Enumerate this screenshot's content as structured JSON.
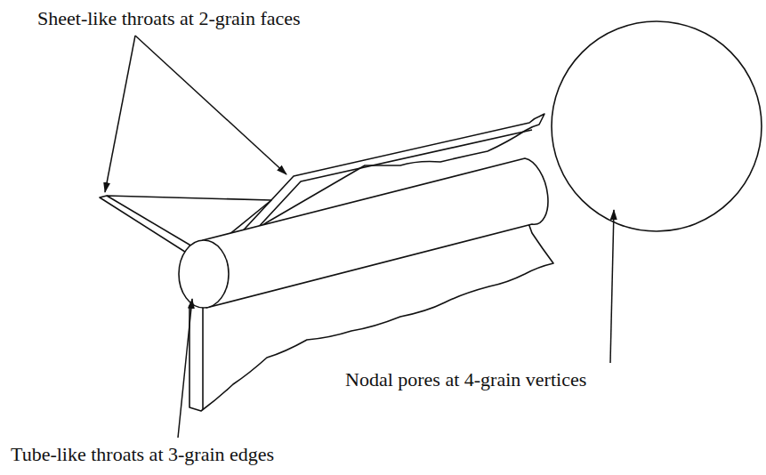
{
  "diagram": {
    "labels": [
      "Sheet-like throats at 2-grain faces",
      "Tube-like throats at 3-grain edges",
      "Nodal pores at 4-grain vertices"
    ]
  }
}
